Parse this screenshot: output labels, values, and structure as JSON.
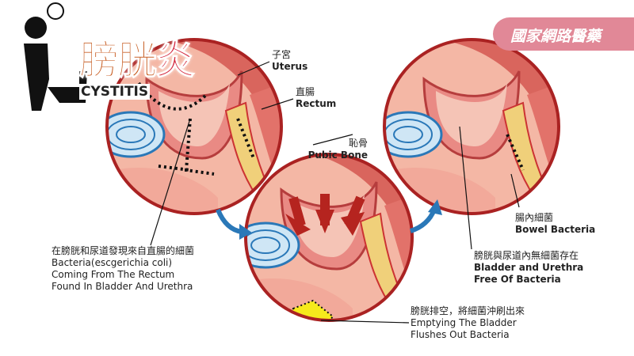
{
  "header": {
    "title_part1": "膀胱",
    "title_part2": "炎",
    "subtitle": "CYSTITIS",
    "brand": "國家網路醫藥"
  },
  "labels": {
    "uterus": {
      "zh": "子宮",
      "en": "Uterus"
    },
    "rectum": {
      "zh": "直腸",
      "en": "Rectum"
    },
    "pubic_bone": {
      "zh": "恥骨",
      "en": "Pubic Bone"
    },
    "bacteria_found": {
      "zh": "在膀胱和尿道發現來自直腸的細菌",
      "en1": "Bacteria(escgerichia coli)",
      "en2": "Coming From The Rectum",
      "en3": "Found In Bladder And Urethra"
    },
    "bowel_bacteria": {
      "zh": "腸內細菌",
      "en": "Bowel Bacteria"
    },
    "free_of_bacteria": {
      "zh": "膀胱與尿道內無細菌存在",
      "en1": "Bladder and Urethra",
      "en2": "Free Of Bacteria"
    },
    "emptying": {
      "zh": "膀胱排空，將細菌沖刷出來",
      "en1": "Emptying The Bladder",
      "en2": "Flushes Out Bacteria"
    }
  },
  "colors": {
    "accent": "#c65a1e",
    "red": "#d2233a",
    "brand_bg": "#e18897",
    "arrow": "#2a78b8",
    "tissue": "#e87f7a"
  }
}
